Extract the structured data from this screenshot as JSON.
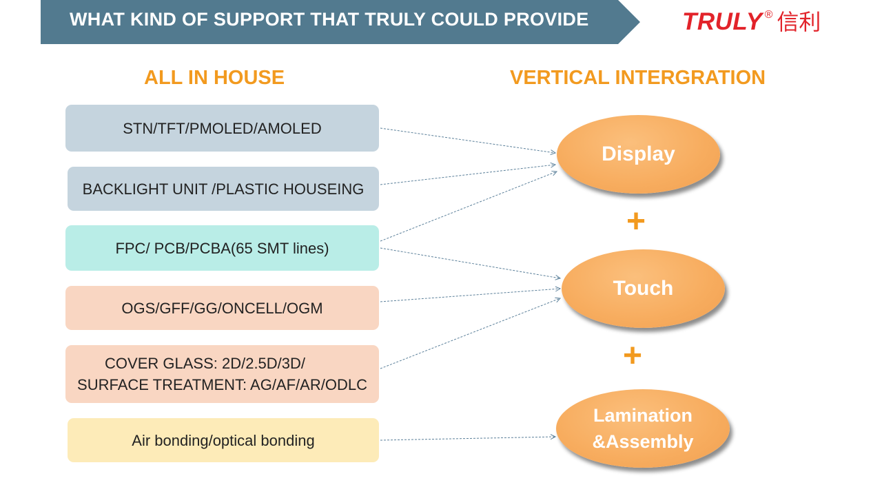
{
  "header": {
    "title": "WHAT KIND OF SUPPORT THAT TRULY COULD PROVIDE",
    "banner_color": "#527a8f"
  },
  "logo": {
    "word": "TRULY",
    "registered": "®",
    "chinese": "信利",
    "color": "#e2232a"
  },
  "left_column": {
    "heading": "ALL IN HOUSE",
    "items": [
      {
        "text": "STN/TFT/PMOLED/AMOLED",
        "color": "#c5d4de"
      },
      {
        "text": "BACKLIGHT UNIT /PLASTIC HOUSEING",
        "color": "#c5d4de"
      },
      {
        "text": "FPC/ PCB/PCBA(65 SMT lines)",
        "color": "#b9ede7"
      },
      {
        "text": "OGS/GFF/GG/ONCELL/OGM",
        "color": "#f9d6c2"
      },
      {
        "line1": "COVER GLASS: 2D/2.5D/3D/",
        "line2": "SURFACE TREATMENT: AG/AF/AR/ODLC",
        "color": "#f9d6c2"
      },
      {
        "text": "Air bonding/optical bonding",
        "color": "#fdebb8"
      }
    ]
  },
  "right_column": {
    "heading": "VERTICAL INTERGRATION",
    "nodes": [
      {
        "label": "Display"
      },
      {
        "label": "Touch"
      },
      {
        "line1": "Lamination",
        "line2": "&Assembly"
      }
    ],
    "plus_signs": [
      "+",
      "+"
    ]
  },
  "colors": {
    "accent_orange": "#f29a1f",
    "oval_fill": "#f7ac5e",
    "connector": "#5a7f99"
  }
}
